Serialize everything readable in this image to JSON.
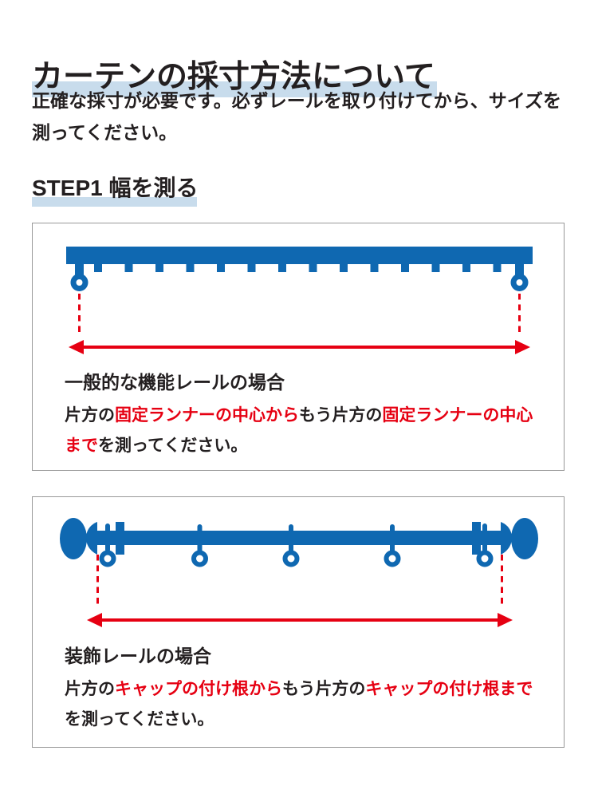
{
  "page": {
    "title": "カーテンの採寸方法について"
  },
  "intro": {
    "line1": "正確な採寸が必要です。必ずレールを取り付けてから、サイズを",
    "line2": "測ってください。"
  },
  "step1": {
    "heading": "STEP1 幅を測る"
  },
  "section_functional": {
    "heading": "一般的な機能レールの場合",
    "body_line1": [
      {
        "text": "片方の",
        "emphasis": false
      },
      {
        "text": "固定ランナーの中心から",
        "emphasis": true
      },
      {
        "text": "もう片方の",
        "emphasis": false
      },
      {
        "text": "固定ランナーの中心",
        "emphasis": true
      }
    ],
    "body_line2": [
      {
        "text": "まで",
        "emphasis": true
      },
      {
        "text": "を測ってください。",
        "emphasis": false
      }
    ]
  },
  "section_decorative": {
    "heading": "装飾レールの場合",
    "body_line1": [
      {
        "text": "片方の",
        "emphasis": false
      },
      {
        "text": "キャップの付け根から",
        "emphasis": true
      },
      {
        "text": "もう片方の",
        "emphasis": false
      },
      {
        "text": "キャップの付け根まで",
        "emphasis": true
      }
    ],
    "body_line2": [
      {
        "text": "を測ってください。",
        "emphasis": false
      }
    ]
  },
  "colors": {
    "rail_blue": "#0f68b1",
    "accent_red": "#e60012",
    "highlight_blue": "#c8dcec",
    "text_dark": "#231f20",
    "box_border": "#999999"
  }
}
